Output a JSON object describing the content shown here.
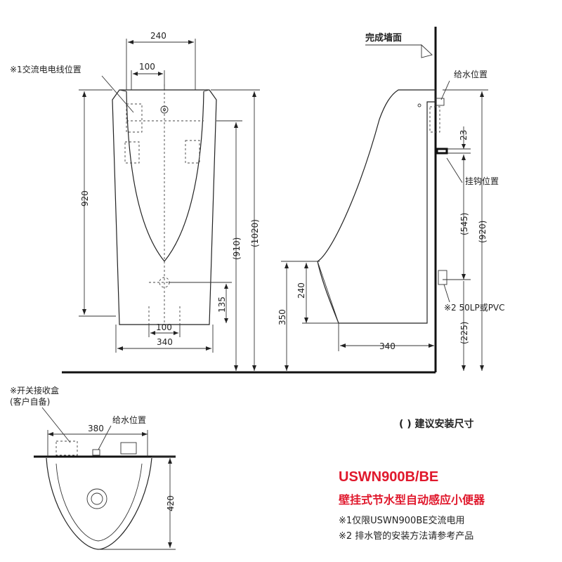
{
  "front_view": {
    "dim_top_width": "240",
    "dim_inner_width": "100",
    "dim_left_height": "920",
    "dim_right_inner_height": "(910)",
    "dim_right_outer_height": "(1020)",
    "dim_bottom_offset": "135",
    "dim_bottom_inner_width": "100",
    "dim_bottom_width": "340",
    "note_power": "※1交流电电线位置"
  },
  "side_view": {
    "wall_label": "完成墙面",
    "water_supply_label": "给水位置",
    "dim_23": "23",
    "hook_label": "挂钩位置",
    "dim_545": "(545)",
    "dim_920": "(920)",
    "dim_240": "240",
    "dim_350": "350",
    "dim_225": "(225)",
    "drain_label": "※2 50LP或PVC",
    "dim_340": "340"
  },
  "top_view": {
    "switch_box_label": "※开关接收盒",
    "switch_box_sub": "(客户自备)",
    "water_supply_label": "给水位置",
    "dim_380": "380",
    "dim_420": "420"
  },
  "legend": "( ) 建议安装尺寸",
  "product": {
    "model": "USWN900B/BE",
    "name": "壁挂式节水型自动感应小便器",
    "note1": "※1仅限USWN900BE交流电用",
    "note2": "※2 排水管的安装方法请参考产品"
  }
}
